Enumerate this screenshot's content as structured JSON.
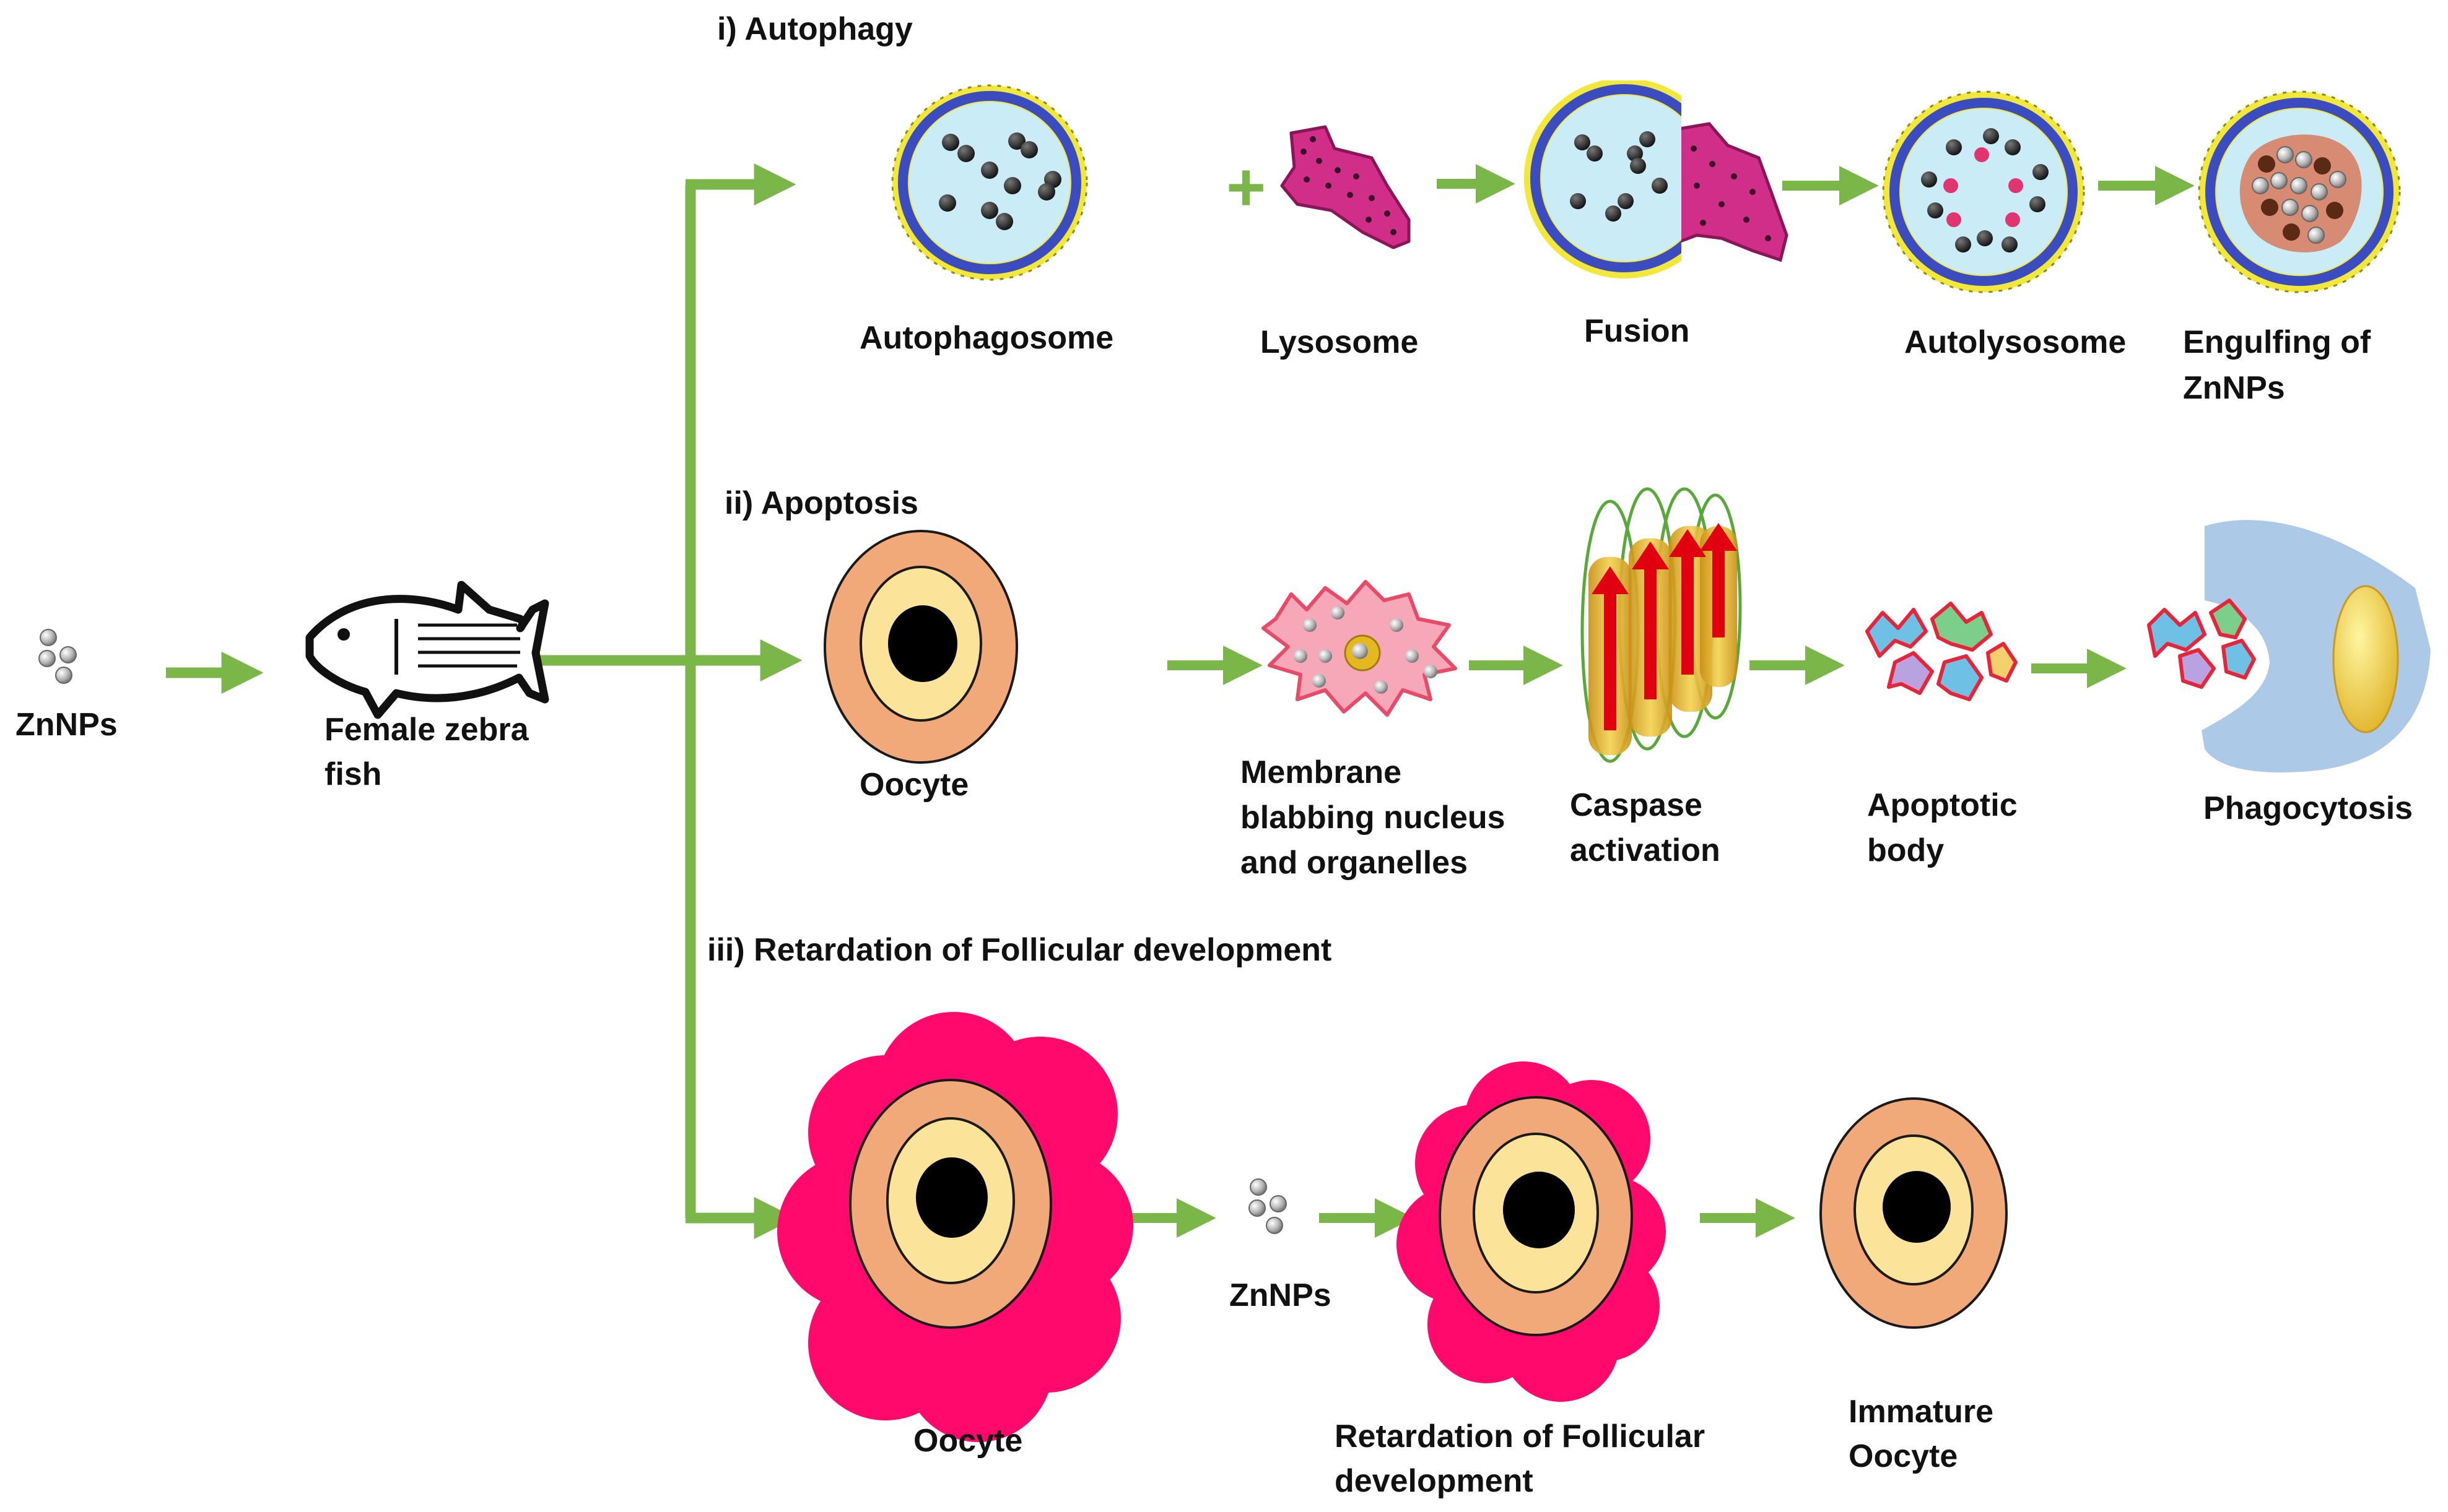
{
  "colors": {
    "arrow": "#7ab648",
    "membrane_bead": "#f2e83a",
    "membrane_ring": "#3b4cc0",
    "vesicle_fill": "#c9ecf7",
    "particle": "#2b2b2b",
    "lysosome": "#d12e8a",
    "oocyte_outer": "#f2a97a",
    "oocyte_inner": "#fbe39a",
    "nucleus": "#000000",
    "follicle": "#ff0a6c",
    "phagocyte": "#a8c6e6",
    "phagocyte_nucleus": "#f2cc38"
  },
  "source": {
    "znnps_label": "ZnNPs",
    "fish_label_line1": "Female zebra",
    "fish_label_line2": "fish",
    "fish_icon": "zebrafish-outline-icon",
    "np_icon": "nanoparticle-cluster-icon"
  },
  "autophagy": {
    "title": "i) Autophagy",
    "steps": [
      {
        "line1": "Autophagosome",
        "line2": ""
      },
      {
        "line1": "Lysosome",
        "line2": ""
      },
      {
        "line1": "Fusion",
        "line2": ""
      },
      {
        "line1": "Autolysosome",
        "line2": ""
      },
      {
        "line1": "Engulfing of",
        "line2": "ZnNPs"
      }
    ],
    "plus_sign": "+"
  },
  "apoptosis": {
    "title": "ii) Apoptosis",
    "steps": [
      {
        "line1": "Oocyte",
        "line2": "",
        "line3": ""
      },
      {
        "line1": "Membrane",
        "line2": "blabbing nucleus",
        "line3": "and organelles"
      },
      {
        "line1": "Caspase",
        "line2": "activation",
        "line3": ""
      },
      {
        "line1": "Apoptotic",
        "line2": "body",
        "line3": ""
      },
      {
        "line1": "Phagocytosis",
        "line2": "",
        "line3": ""
      }
    ]
  },
  "follicular": {
    "title": "iii) Retardation of Follicular development",
    "steps": [
      {
        "line1": "Oocyte",
        "line2": ""
      },
      {
        "line1": "ZnNPs",
        "line2": ""
      },
      {
        "line1": "Retardation of Follicular",
        "line2": "development"
      },
      {
        "line1": "Immature",
        "line2": "Oocyte"
      }
    ]
  }
}
